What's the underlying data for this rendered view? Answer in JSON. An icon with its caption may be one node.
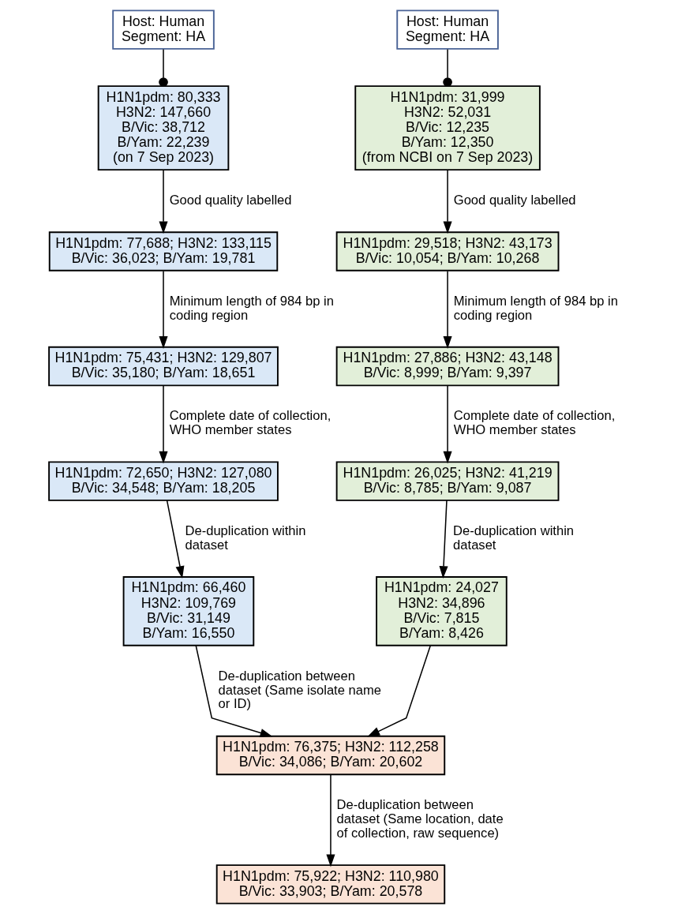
{
  "diagram": {
    "nodes": [
      {
        "text": [
          "Host: Human",
          "Segment: HA"
        ]
      },
      {
        "text": [
          "Host: Human",
          "Segment: HA"
        ]
      },
      {
        "text": [
          "H1N1pdm: 80,333",
          "H3N2: 147,660",
          "B/Vic: 38,712",
          "B/Yam: 22,239",
          "(on 7 Sep 2023)"
        ]
      },
      {
        "text": [
          "H1N1pdm: 31,999",
          "H3N2: 52,031",
          "B/Vic: 12,235",
          "B/Yam: 12,350",
          "(from NCBI on 7 Sep 2023)"
        ]
      },
      {
        "text": [
          "H1N1pdm: 77,688; H3N2: 133,115",
          "B/Vic: 36,023; B/Yam: 19,781"
        ]
      },
      {
        "text": [
          "H1N1pdm: 29,518; H3N2: 43,173",
          "B/Vic: 10,054; B/Yam: 10,268"
        ]
      },
      {
        "text": [
          "H1N1pdm: 75,431; H3N2: 129,807",
          "B/Vic: 35,180; B/Yam: 18,651"
        ]
      },
      {
        "text": [
          "H1N1pdm: 27,886; H3N2: 43,148",
          "B/Vic: 8,999; B/Yam: 9,397"
        ]
      },
      {
        "text": [
          "H1N1pdm: 72,650; H3N2: 127,080",
          "B/Vic: 34,548; B/Yam: 18,205"
        ]
      },
      {
        "text": [
          "H1N1pdm: 26,025; H3N2: 41,219",
          "B/Vic: 8,785; B/Yam: 9,087"
        ]
      },
      {
        "text": [
          "H1N1pdm: 66,460",
          "H3N2: 109,769",
          "B/Vic: 31,149",
          "B/Yam: 16,550"
        ]
      },
      {
        "text": [
          "H1N1pdm: 24,027",
          "H3N2: 34,896",
          "B/Vic: 7,815",
          "B/Yam: 8,426"
        ]
      },
      {
        "text": [
          "H1N1pdm: 76,375; H3N2: 112,258",
          "B/Vic: 34,086; B/Yam: 20,602"
        ]
      },
      {
        "text": [
          "H1N1pdm: 75,922; H3N2: 110,980",
          "B/Vic: 33,903; B/Yam: 20,578"
        ]
      }
    ],
    "edges": [
      {
        "from": 0,
        "to": 2,
        "arrow": "other"
      },
      {
        "from": 1,
        "to": 3,
        "arrow": "other"
      },
      {
        "from": 2,
        "to": 4,
        "arrow": "to",
        "label": "Good quality labelled"
      },
      {
        "from": 3,
        "to": 5,
        "arrow": "to",
        "label": "Good quality labelled"
      },
      {
        "from": 4,
        "to": 6,
        "arrow": "to",
        "label": "Minimum length of 984 bp in coding region"
      },
      {
        "from": 5,
        "to": 7,
        "arrow": "to",
        "label": "Minimum length of 984 bp in coding region"
      },
      {
        "from": 6,
        "to": 8,
        "arrow": "to",
        "label": "Complete date of collection, WHO member states"
      },
      {
        "from": 7,
        "to": 9,
        "arrow": "to",
        "label": "Complete date of collection, WHO member states"
      },
      {
        "from": 8,
        "to": 10,
        "arrow": "to",
        "label": "De-duplication within dataset"
      },
      {
        "from": 9,
        "to": 11,
        "arrow": "to",
        "label": "De-duplication within dataset"
      },
      {
        "from": 10,
        "to": 12,
        "arrow": "to",
        "label": "De-duplication between dataset (Same isolate name or ID)"
      },
      {
        "from": 11,
        "to": 12,
        "arrow": "to"
      },
      {
        "from": 12,
        "to": 13,
        "arrow": "to",
        "label": "De-duplication between dataset (Same location, date of collection, raw sequence)"
      }
    ]
  }
}
